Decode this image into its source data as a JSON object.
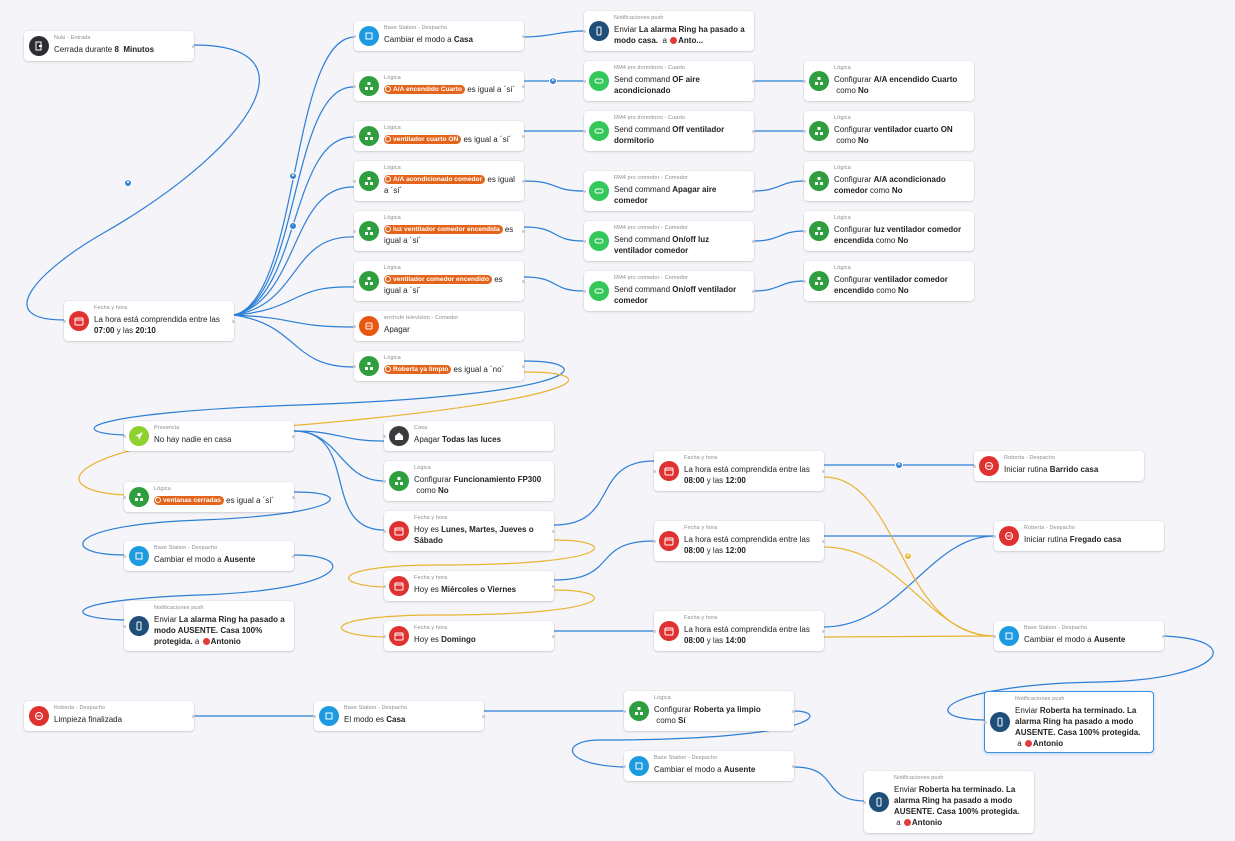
{
  "colors": {
    "wire_true": "#2d7fd6",
    "wire_false": "#e9b431",
    "pill": "#e4641b"
  },
  "nodes": {
    "nuki": {
      "cat": "Nuki - Entrada",
      "pre": "Cerrada durante ",
      "val1": "8",
      "mid": "  ",
      "val2": "Minutos"
    },
    "fecha1": {
      "cat": "Fecha y hora",
      "line1": "La hora está comprendida entre las",
      "val1": "07:00",
      "mid": " y las ",
      "val2": "20:10"
    },
    "bs_casa": {
      "cat": "Base Station - Despacho",
      "pre": "Cambiar el modo a ",
      "val": "Casa"
    },
    "push1": {
      "cat": "Notificaciones push",
      "pre": "Enviar ",
      "val1": "La alarma Ring ha pasado a modo casa.",
      "mid": "  a ",
      "val2": "Anto..."
    },
    "logica_ac_cuarto": {
      "cat": "Lógica",
      "pill": "A/A encendido Cuarto",
      "post": " es igual a ´sí´"
    },
    "rm4_cuarto_aire": {
      "cat": "RM4 pro dormitorio - Cuarto",
      "pre": "Send command ",
      "val": "OF aire acondicionado"
    },
    "conf_ac_cuarto": {
      "cat": "Lógica",
      "pre": "Configurar ",
      "val": "A/A encendido Cuarto",
      "mid": " como ",
      "val2": "No"
    },
    "logica_vent_cuarto": {
      "cat": "Lógica",
      "pill": "ventilador cuarto ON",
      "post": " es igual a ´sí´"
    },
    "rm4_cuarto_vent": {
      "cat": "RM4 pro dormitorio - Cuarto",
      "pre": "Send command ",
      "val": "Off ventilador dormitorio"
    },
    "conf_vent_cuarto": {
      "cat": "Lógica",
      "pre": "Configurar ",
      "val": "ventilador cuarto ON",
      "mid": " como ",
      "val2": "No"
    },
    "logica_ac_comedor": {
      "cat": "Lógica",
      "pill": "A/A acondicionado comedor",
      "post": " es igual a ´sí´"
    },
    "rm4_comedor_aire": {
      "cat": "RM4 pro comedor - Comedor",
      "pre": "Send command ",
      "val": "Apagar aire comedor"
    },
    "conf_ac_comedor": {
      "cat": "Lógica",
      "pre": "Configurar ",
      "val": "A/A acondicionado comedor",
      "mid": " como ",
      "val2": "No"
    },
    "logica_luz_vent": {
      "cat": "Lógica",
      "pill": "luz ventilador comedor encendida",
      "post": " es igual a ´sí´"
    },
    "rm4_luz_vent": {
      "cat": "RM4 pro comedor - Comedor",
      "pre": "Send command ",
      "val": "On/off luz ventilador comedor"
    },
    "conf_luz_vent": {
      "cat": "Lógica",
      "pre": "Configurar ",
      "val": "luz ventilador comedor encendida",
      "mid": " como ",
      "val2": "No"
    },
    "logica_vent_comedor": {
      "cat": "Lógica",
      "pill": "ventilador comedor encendido",
      "post": " es igual a ´sí´"
    },
    "rm4_vent_comedor": {
      "cat": "RM4 pro comedor - Comedor",
      "pre": "Send command ",
      "val": "On/off ventilador comedor"
    },
    "conf_vent_comedor": {
      "cat": "Lógica",
      "pre": "Configurar ",
      "val": "ventilador comedor encendido",
      "mid": " como ",
      "val2": "No"
    },
    "enchufe_tv": {
      "cat": "enchufe television - Comedor",
      "text": "Apagar"
    },
    "logica_roberta": {
      "cat": "Lógica",
      "pill": "Roberta ya limpio",
      "post": " es igual a ´no´"
    },
    "presencia": {
      "cat": "Presencia",
      "text": "No hay nadie en casa"
    },
    "casa_luces": {
      "cat": "Casa",
      "pre": "Apagar ",
      "val": "Todas las luces"
    },
    "conf_fp300": {
      "cat": "Lógica",
      "pre": "Configurar ",
      "val": "Funcionamiento FP300",
      "mid": " como ",
      "val2": "No"
    },
    "logica_ventanas": {
      "cat": "Lógica",
      "pill": "ventanas cerradas",
      "post": " es igual a ´sí´"
    },
    "dias1": {
      "cat": "Fecha y hora",
      "pre": "Hoy es ",
      "val": "Lunes, Martes, Jueves o Sábado"
    },
    "bs_ausente1": {
      "cat": "Base Station - Despacho",
      "pre": "Cambiar el modo a ",
      "val": "Ausente"
    },
    "dias2": {
      "cat": "Fecha y hora",
      "pre": "Hoy es ",
      "val": "Miércoles o Viernes"
    },
    "push2": {
      "cat": "Notificaciones push",
      "pre": "Enviar ",
      "val": "La alarma Ring ha pasado a modo AUSENTE. Casa 100% protegida.",
      "mid": " a ",
      "val2": "Antonio"
    },
    "dias3": {
      "cat": "Fecha y hora",
      "pre": "Hoy es ",
      "val": "Domingo"
    },
    "fecha_0812a": {
      "cat": "Fecha y hora",
      "line1": "La hora está comprendida entre las",
      "val1": "08:00",
      "mid": " y las ",
      "val2": "12:00"
    },
    "fecha_0812b": {
      "cat": "Fecha y hora",
      "line1": "La hora está comprendida entre las",
      "val1": "08:00",
      "mid": " y las ",
      "val2": "12:00"
    },
    "fecha_0814": {
      "cat": "Fecha y hora",
      "line1": "La hora está comprendida entre las",
      "val1": "08:00",
      "mid": " y las ",
      "val2": "14:00"
    },
    "rutina_barrido": {
      "cat": "Roberta - Despacho",
      "pre": "Iniciar rutina ",
      "val": "Barrido casa"
    },
    "rutina_fregado": {
      "cat": "Roberta - Despacho",
      "pre": "Iniciar rutina ",
      "val": "Fregado casa"
    },
    "bs_ausente2": {
      "cat": "Base Station - Despacho",
      "pre": "Cambiar el modo a ",
      "val": "Ausente"
    },
    "push3": {
      "cat": "Notificaciones push",
      "pre": "Enviar ",
      "val": "Roberta ha terminado. La alarma Ring ha pasado a modo AUSENTE. Casa 100% protegida.",
      "mid": " a ",
      "val2": "Antonio"
    },
    "roberta_limpieza": {
      "cat": "Roberta - Despacho",
      "text": "Limpieza finalizada"
    },
    "bs_modo_casa": {
      "cat": "Base Station - Despacho",
      "pre": "El modo es ",
      "val": "Casa"
    },
    "conf_roberta": {
      "cat": "Lógica",
      "pre": "Configurar ",
      "val": "Roberta ya limpio",
      "mid": " como ",
      "val2": "Sí"
    },
    "bs_ausente3": {
      "cat": "Base Station - Despacho",
      "pre": "Cambiar el modo a ",
      "val": "Ausente"
    },
    "push4": {
      "cat": "Notificaciones push",
      "pre": "Enviar ",
      "val": "Roberta ha terminado. La alarma Ring ha pasado a modo AUSENTE. Casa 100% protegida.",
      "mid": " a ",
      "val2": "Antonio"
    }
  }
}
